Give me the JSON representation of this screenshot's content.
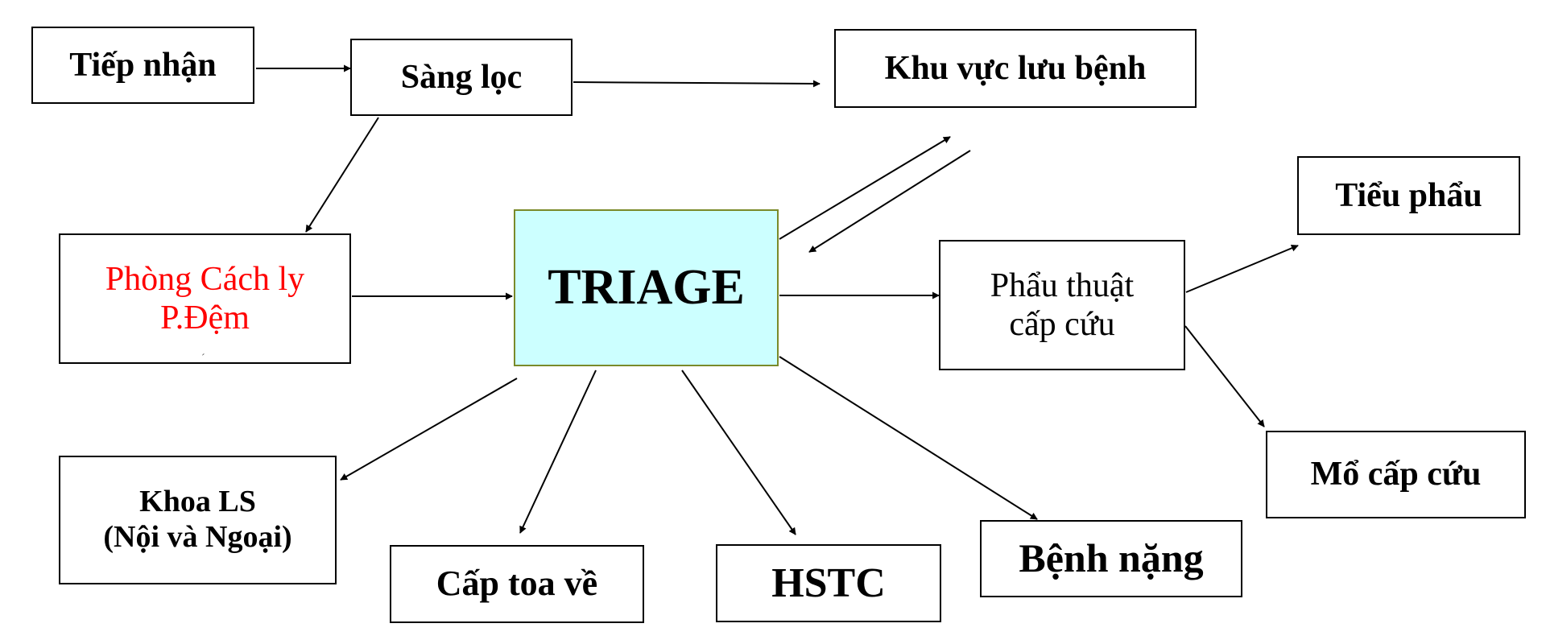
{
  "nodes": {
    "tiep_nhan": "Tiếp nhận",
    "sang_loc": "Sàng lọc",
    "khu_vuc_luu_benh": "Khu vực lưu bệnh",
    "phong_cach_ly": [
      "Phòng Cách ly",
      "P.Đệm"
    ],
    "triage": "TRIAGE",
    "phau_thuat_cap_cuu": [
      "Phẩu thuật",
      "cấp cứu"
    ],
    "tieu_phau": "Tiểu phẩu",
    "mo_cap_cuu": "Mổ cấp cứu",
    "khoa_ls": [
      "Khoa LS",
      "(Nội và Ngoại)"
    ],
    "cap_toa_ve": "Cấp toa về",
    "hstc": "HSTC",
    "benh_nang": "Bệnh nặng"
  },
  "colors": {
    "triage_fill": "#ccffff",
    "triage_border": "#7a8a2a",
    "isolation_text": "#ff0000",
    "line": "#000000"
  },
  "edges": [
    {
      "from": "tiep_nhan",
      "to": "sang_loc"
    },
    {
      "from": "sang_loc",
      "to": "khu_vuc_luu_benh"
    },
    {
      "from": "sang_loc",
      "to": "phong_cach_ly"
    },
    {
      "from": "phong_cach_ly",
      "to": "triage"
    },
    {
      "from": "triage",
      "to": "khu_vuc_luu_benh"
    },
    {
      "from": "khu_vuc_luu_benh",
      "to": "triage"
    },
    {
      "from": "triage",
      "to": "phau_thuat_cap_cuu"
    },
    {
      "from": "phau_thuat_cap_cuu",
      "to": "tieu_phau"
    },
    {
      "from": "phau_thuat_cap_cuu",
      "to": "mo_cap_cuu"
    },
    {
      "from": "triage",
      "to": "khoa_ls"
    },
    {
      "from": "triage",
      "to": "cap_toa_ve"
    },
    {
      "from": "triage",
      "to": "hstc"
    },
    {
      "from": "triage",
      "to": "benh_nang"
    }
  ]
}
